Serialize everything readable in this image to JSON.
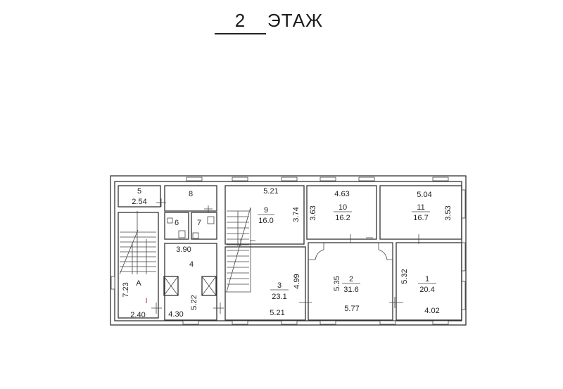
{
  "header": {
    "floor_number": "2",
    "floor_word": "ЭТАЖ"
  },
  "rooms": [
    {
      "id": "1",
      "area": "20.4",
      "dims": [
        "5.32",
        "4.02"
      ]
    },
    {
      "id": "2",
      "area": "31.6",
      "dims": [
        "5.35",
        "5.77"
      ]
    },
    {
      "id": "3",
      "area": "23.1",
      "dims": [
        "4.99",
        "5.21"
      ]
    },
    {
      "id": "4",
      "dims": [
        "3.90",
        "5.22",
        "4.30"
      ]
    },
    {
      "id": "5",
      "dims": [
        "2.54"
      ]
    },
    {
      "id": "6"
    },
    {
      "id": "7"
    },
    {
      "id": "8"
    },
    {
      "id": "9",
      "area": "16.0",
      "dims": [
        "5.21",
        "3.74"
      ]
    },
    {
      "id": "10",
      "area": "16.2",
      "dims": [
        "4.63",
        "3.63"
      ]
    },
    {
      "id": "11",
      "area": "16.7",
      "dims": [
        "5.04",
        "3.53"
      ]
    },
    {
      "id": "A",
      "dims": [
        "7.23",
        "2.40"
      ],
      "mark": "I"
    }
  ],
  "colors": {
    "line": "#333333",
    "mark": "#b03040"
  }
}
